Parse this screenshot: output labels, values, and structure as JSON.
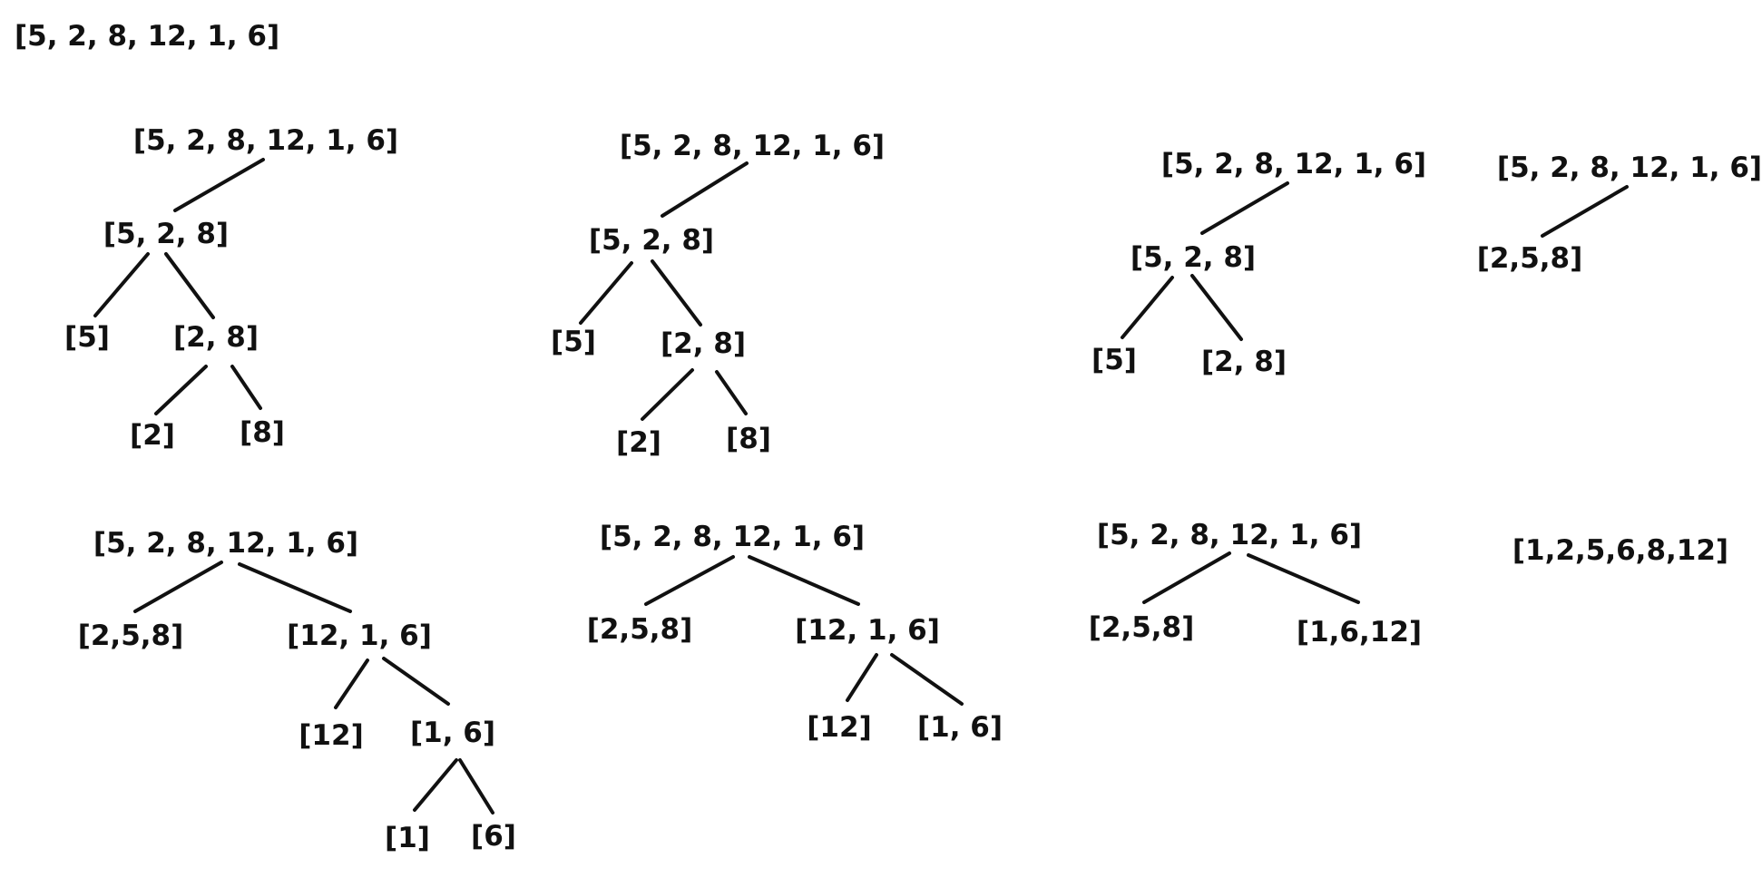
{
  "title": "[5, 2, 8, 12, 1, 6]",
  "trees": [
    {
      "nodes": [
        "[5, 2, 8, 12, 1, 6]",
        "[5, 2, 8]",
        "[5]",
        "[2, 8]",
        "[2]",
        "[8]"
      ]
    },
    {
      "nodes": [
        "[5, 2, 8, 12, 1, 6]",
        "[5, 2, 8]",
        "[5]",
        "[2, 8]",
        "[2]",
        "[8]"
      ]
    },
    {
      "nodes": [
        "[5, 2, 8, 12, 1, 6]",
        "[5, 2, 8]",
        "[5]",
        "[2, 8]"
      ]
    },
    {
      "nodes": [
        "[5, 2, 8, 12, 1, 6]",
        "[2,5,8]"
      ]
    },
    {
      "nodes": [
        "[5, 2, 8, 12, 1, 6]",
        "[2,5,8]",
        "[12, 1, 6]",
        "[12]",
        "[1, 6]",
        "[1]",
        "[6]"
      ]
    },
    {
      "nodes": [
        "[5, 2, 8, 12, 1, 6]",
        "[2,5,8]",
        "[12, 1, 6]",
        "[12]",
        "[1, 6]"
      ]
    },
    {
      "nodes": [
        "[5, 2, 8, 12, 1, 6]",
        "[2,5,8]",
        "[1,6,12]"
      ]
    },
    {
      "nodes": [
        "[1,2,5,6,8,12]"
      ]
    }
  ]
}
